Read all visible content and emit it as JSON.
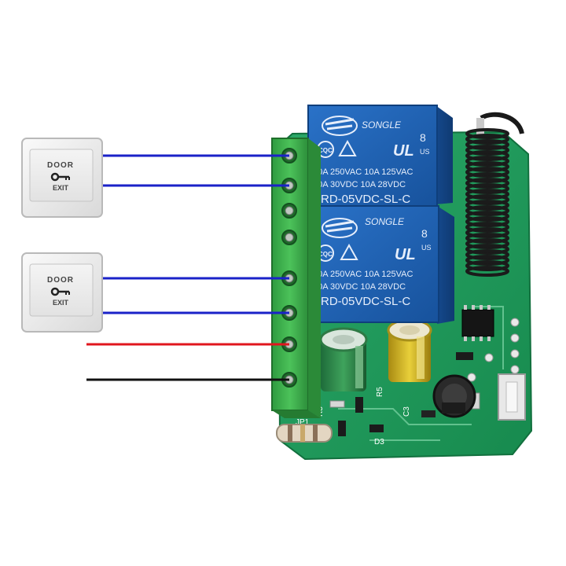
{
  "exit_buttons": [
    {
      "top_label": "DOOR",
      "bottom_label": "EXIT",
      "icon": "key-icon"
    },
    {
      "top_label": "DOOR",
      "bottom_label": "EXIT",
      "icon": "key-icon"
    }
  ],
  "relays": [
    {
      "brand": "SONGLE",
      "cert_mark": "CQC",
      "ul_digit": "8",
      "ul_sub": "US",
      "rating_line1": "10A 250VAC 10A 125VAC",
      "rating_line2": "10A 30VDC 10A 28VDC",
      "model": "SRD-05VDC-SL-C"
    },
    {
      "brand": "SONGLE",
      "cert_mark": "CQC",
      "ul_digit": "8",
      "ul_sub": "US",
      "rating_line1": "10A 250VAC 10A 125VAC",
      "rating_line2": "10A 30VDC 10A 28VDC",
      "model": "SRD-05VDC-SL-C"
    }
  ],
  "pcb_labels": [
    "R3",
    "R5",
    "C3",
    "D3",
    "JP1"
  ],
  "colors": {
    "wire_signal": "#1a22c8",
    "wire_positive": "#e0161e",
    "wire_negative": "#111111",
    "terminal_green": "#3cae4a",
    "relay_blue": "#1e5fb4",
    "pcb_green": "#1f9a5a"
  }
}
